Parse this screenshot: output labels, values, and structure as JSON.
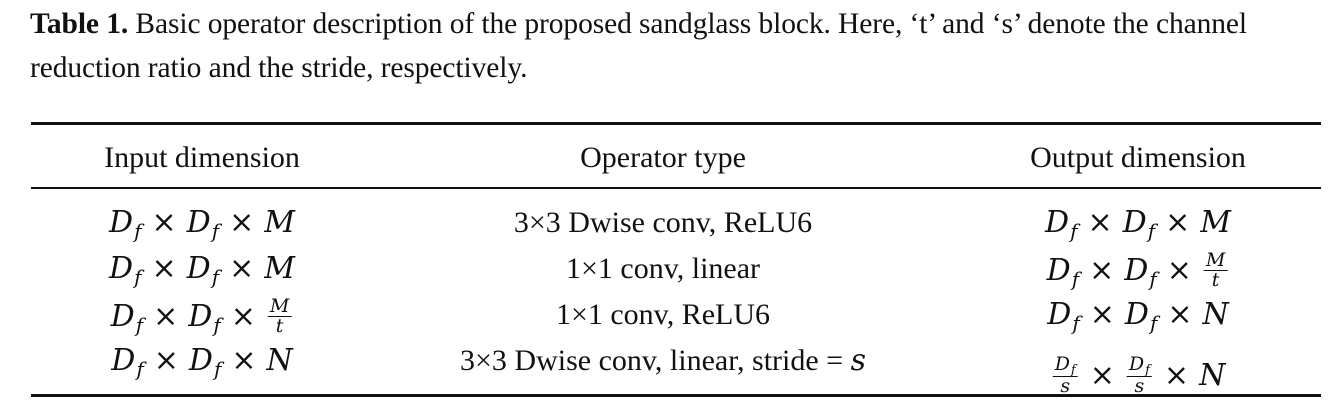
{
  "caption": {
    "label": "Table 1.",
    "text": "Basic operator description of the proposed sandglass block. Here, ‘t’ and ‘s’ denote the channel reduction ratio and the stride, respectively."
  },
  "table": {
    "headers": {
      "input": "Input dimension",
      "operator": "Operator type",
      "output": "Output dimension"
    },
    "symbols": {
      "D": "D",
      "f": "f",
      "times": "×",
      "M": "M",
      "N": "N",
      "t": "t",
      "s": "s"
    },
    "rows": [
      {
        "input": "D_f × D_f × M",
        "operator": "3×3 Dwise conv, ReLU6",
        "output": "D_f × D_f × M"
      },
      {
        "input": "D_f × D_f × M",
        "operator": "1×1 conv, linear",
        "output": "D_f × D_f × M/t"
      },
      {
        "input": "D_f × D_f × M/t",
        "operator": "1×1 conv, ReLU6",
        "output": "D_f × D_f × N"
      },
      {
        "input": "D_f × D_f × N",
        "operator_prefix": "3×3 Dwise conv, linear, stride = ",
        "operator_var": "s",
        "output": "D_f/s × D_f/s × N"
      }
    ]
  }
}
